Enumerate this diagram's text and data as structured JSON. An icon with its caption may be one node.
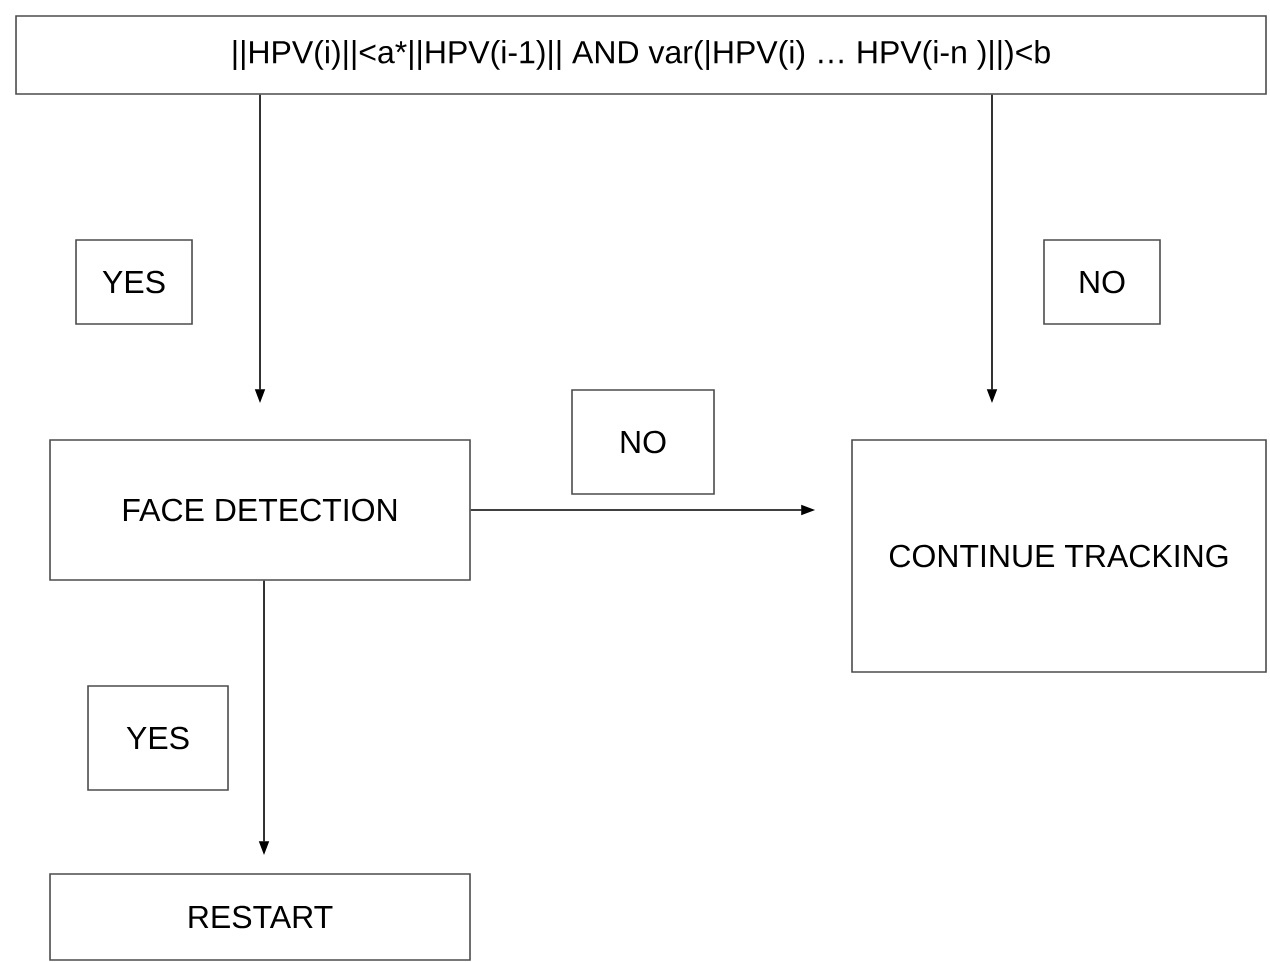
{
  "diagram": {
    "nodes": [
      {
        "text": [
          "||HPV(i)||<a*||HPV(i-1)|| AND var(|HPV(i) … HPV(i-n )||)<b"
        ]
      },
      {
        "text": [
          "FACE DETECTION"
        ]
      },
      {
        "text": [
          "CONTINUE TRACKING"
        ]
      },
      {
        "text": [
          "RESTART"
        ]
      }
    ],
    "edges": [
      {
        "from": 0,
        "to": 1,
        "arrow": "to",
        "label": "YES"
      },
      {
        "from": 0,
        "to": 2,
        "arrow": "to",
        "label": "NO"
      },
      {
        "from": 1,
        "to": 2,
        "arrow": "to",
        "label": "NO"
      },
      {
        "from": 1,
        "to": 3,
        "arrow": "to",
        "label": "YES"
      }
    ]
  }
}
